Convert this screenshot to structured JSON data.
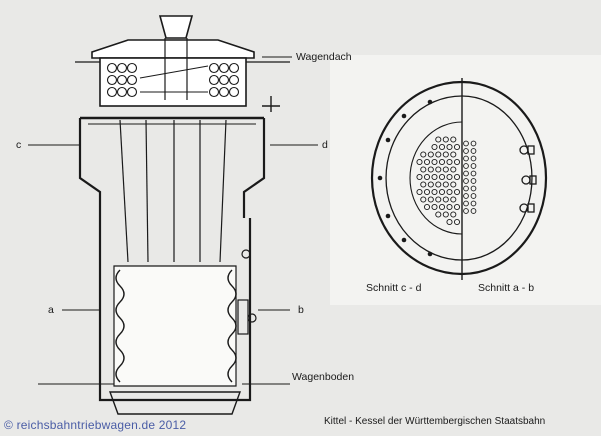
{
  "labels": {
    "wagendach": "Wagendach",
    "c": "c",
    "d": "d",
    "a": "a",
    "b": "b",
    "wagenboden": "Wagenboden",
    "schnitt_cd": "Schnitt   c - d",
    "schnitt_ab": "Schnitt   a - b"
  },
  "caption": "Kittel - Kessel der Württembergischen Staatsbahn",
  "copyright": "© reichsbahntriebwagen.de 2012",
  "colors": {
    "background": "#e9e9e7",
    "ink": "#1a1a1a",
    "highlight": "#ffffff",
    "copyright": "#4a5da6"
  }
}
